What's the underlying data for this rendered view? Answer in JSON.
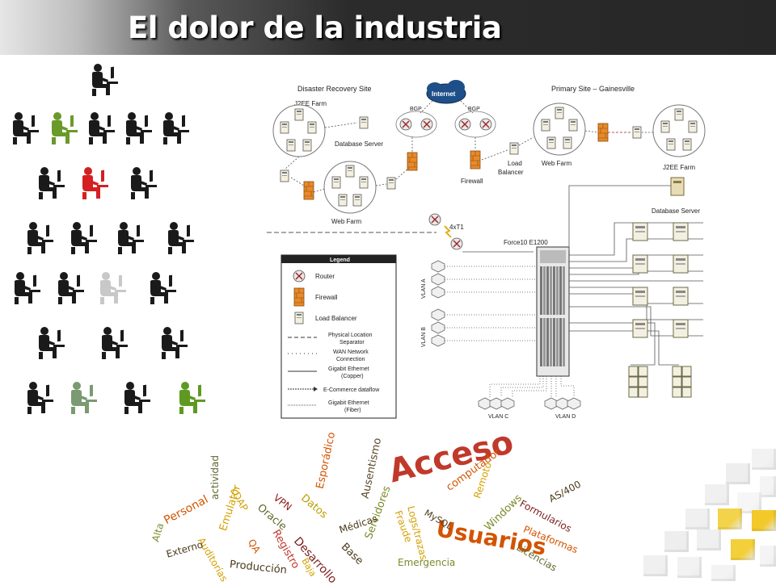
{
  "header": {
    "title": "El dolor de la industria"
  },
  "people": {
    "rows": [
      [
        {
          "c": "#1a1a1a"
        }
      ],
      [
        {
          "c": "#1a1a1a"
        },
        {
          "c": "#6a9a2a"
        },
        {
          "c": "#1a1a1a"
        },
        {
          "c": "#1a1a1a"
        },
        {
          "c": "#1a1a1a"
        }
      ],
      [
        {
          "c": "#1a1a1a"
        },
        {
          "c": "#d42020"
        },
        {
          "c": "#1a1a1a"
        }
      ],
      [
        {
          "c": "#1a1a1a"
        },
        {
          "c": "#1a1a1a"
        },
        {
          "c": "#1a1a1a"
        },
        {
          "c": "#1a1a1a"
        }
      ],
      [
        {
          "c": "#1a1a1a"
        },
        {
          "c": "#1a1a1a"
        },
        {
          "c": "#c8c8c8"
        },
        {
          "c": "#1a1a1a"
        }
      ],
      [
        {
          "c": "#1a1a1a"
        },
        {
          "c": "#1a1a1a"
        },
        {
          "c": "#1a1a1a"
        }
      ],
      [
        {
          "c": "#1a1a1a"
        },
        {
          "c": "#7a9a72"
        },
        {
          "c": "#1a1a1a"
        },
        {
          "c": "#5e9a22"
        }
      ]
    ]
  },
  "network": {
    "dr_site": "Disaster Recovery Site",
    "j2ee_farm_dr": "J2EE Farm",
    "database_server_dr": "Database Server",
    "web_farm_dr": "Web Farm",
    "internet": "Internet",
    "bgp_left": "BGP",
    "bgp_right": "BGP",
    "primary_site": "Primary Site – Gainesville",
    "firewall": "Firewall",
    "load_balancer": [
      "Load",
      "Balancer"
    ],
    "web_farm_primary": "Web Farm",
    "j2ee_farm_primary": "J2EE Farm",
    "database_server_primary": "Database Server",
    "t1": "4xT1",
    "force10": "Force10 E1200",
    "vlan_a": "VLAN A",
    "vlan_b": "VLAN B",
    "vlan_c": "VLAN C",
    "vlan_d": "VLAN D",
    "legend": {
      "title": "Legend",
      "router": "Router",
      "firewall": "Firewall",
      "load_balancer": "Load Balancer",
      "physical": [
        "Physical Location",
        "Separator"
      ],
      "wan": [
        "WAN Network",
        "Connection"
      ],
      "copper": [
        "Gigabit Ethernet",
        "(Copper)"
      ],
      "ecommerce": "E-Commerce dataflow",
      "fiber": [
        "Gigabit Ethernet",
        "(Fiber)"
      ]
    }
  },
  "word_cloud": [
    {
      "text": "Acceso",
      "color": "#c0392b"
    },
    {
      "text": "Usuarios",
      "color": "#d35400"
    },
    {
      "text": "Ausentismo",
      "color": "#5a4a2a"
    },
    {
      "text": "Esporádico",
      "color": "#d35400"
    },
    {
      "text": "Datos",
      "color": "#b8a000"
    },
    {
      "text": "VPN",
      "color": "#8b1a1a"
    },
    {
      "text": "LDAP",
      "color": "#d4a000"
    },
    {
      "text": "actividad",
      "color": "#5a6a2a"
    },
    {
      "text": "Personal",
      "color": "#d35400"
    },
    {
      "text": "Alta",
      "color": "#7a8a2a"
    },
    {
      "text": "Emulator",
      "color": "#d4a000"
    },
    {
      "text": "Auditorías",
      "color": "#d4a000"
    },
    {
      "text": "Oracle",
      "color": "#5a6a2a"
    },
    {
      "text": "QA",
      "color": "#d35400"
    },
    {
      "text": "Registro",
      "color": "#c0392b"
    },
    {
      "text": "Desarrollo",
      "color": "#7a1a1a"
    },
    {
      "text": "Baja",
      "color": "#d4a000"
    },
    {
      "text": "Médicas",
      "color": "#4a3a1a"
    },
    {
      "text": "Base",
      "color": "#4a3a1a"
    },
    {
      "text": "Servidores",
      "color": "#7a8a2a"
    },
    {
      "text": "Fraude",
      "color": "#d4a000"
    },
    {
      "text": "Logs/trazas",
      "color": "#d4a000"
    },
    {
      "text": "MySQL",
      "color": "#4a3a1a"
    },
    {
      "text": "computador",
      "color": "#d35400"
    },
    {
      "text": "Remoto",
      "color": "#d4a000"
    },
    {
      "text": "Windows",
      "color": "#7a8a2a"
    },
    {
      "text": "Formularios",
      "color": "#7a1a1a"
    },
    {
      "text": "AS/400",
      "color": "#4a3a1a"
    },
    {
      "text": "Plataformas",
      "color": "#d35400"
    },
    {
      "text": "Licencias",
      "color": "#5a6a2a"
    },
    {
      "text": "Emergencia",
      "color": "#7a8a2a"
    },
    {
      "text": "Producción",
      "color": "#4a3a1a"
    },
    {
      "text": "Externo",
      "color": "#4a3a1a"
    }
  ]
}
